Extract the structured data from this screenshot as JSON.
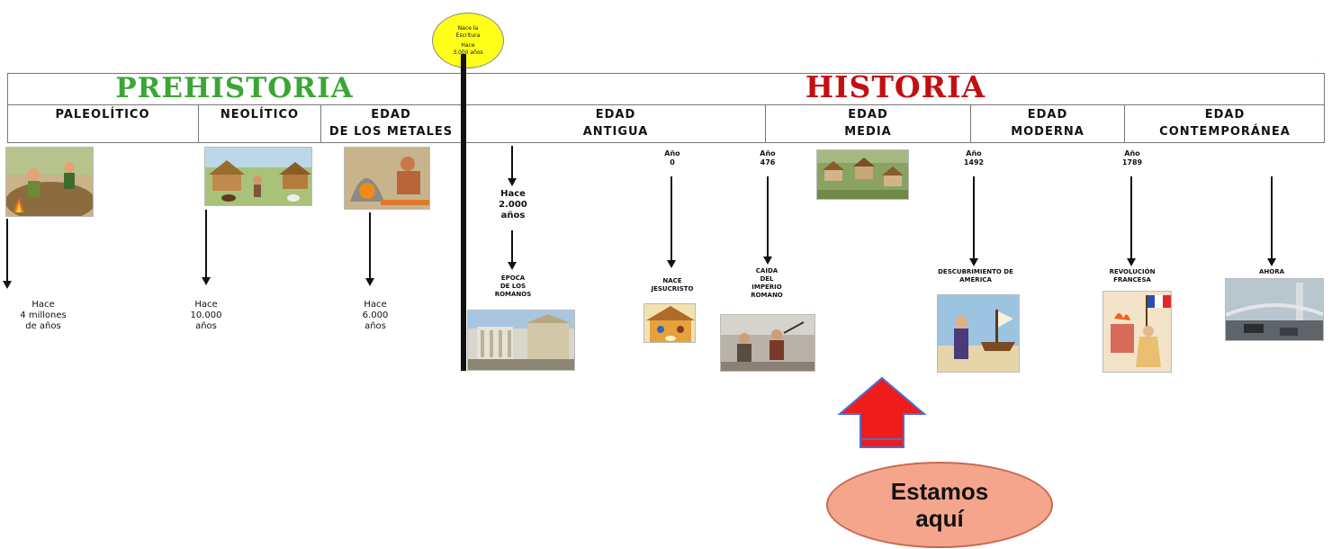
{
  "title": "",
  "writing": {
    "line1": "Nace la",
    "line2": "Escritura",
    "line3": "Hace",
    "line4": "3.000 años"
  },
  "eras": {
    "prehistory": "PREHISTORIA",
    "history": "HISTORIA"
  },
  "periods": {
    "paleolithic": {
      "line1": "PALEOLÍTICO",
      "line2": ""
    },
    "neolithic": {
      "line1": "NEOLÍTICO",
      "line2": ""
    },
    "metals": {
      "line1": "EDAD",
      "line2": "DE LOS METALES"
    },
    "ancient": {
      "line1": "EDAD",
      "line2": "ANTIGUA"
    },
    "middle": {
      "line1": "EDAD",
      "line2": "MEDIA"
    },
    "modern": {
      "line1": "EDAD",
      "line2": "MODERNA"
    },
    "contemporary": {
      "line1": "EDAD",
      "line2": "CONTEMPORÁNEA"
    }
  },
  "events": {
    "paleo_time": {
      "l1": "Hace",
      "l2": "4 millones",
      "l3": "de años"
    },
    "neo_time": {
      "l1": "Hace",
      "l2": "10.000",
      "l3": "años"
    },
    "metal_time": {
      "l1": "Hace",
      "l2": "6.000",
      "l3": "años"
    },
    "romans_time": {
      "l1": "Hace",
      "l2": "2.000",
      "l3": "años"
    },
    "romans": {
      "l1": "ÉPOCA",
      "l2": "DE LOS",
      "l3": "ROMANOS"
    },
    "year0": {
      "l1": "Año",
      "l2": "0"
    },
    "jesus": {
      "l1": "NACE",
      "l2": "JESUCRISTO"
    },
    "year476": {
      "l1": "Año",
      "l2": "476"
    },
    "fall": {
      "l1": "CAÍDA",
      "l2": "DEL",
      "l3": "IMPERIO",
      "l4": "ROMANO"
    },
    "year1492": {
      "l1": "Año",
      "l2": "1492"
    },
    "america": {
      "l1": "DESCUBRIMIENTO DE",
      "l2": "AMÉRICA"
    },
    "year1789": {
      "l1": "Año",
      "l2": "1789"
    },
    "revolution": {
      "l1": "REVOLUCIÓN",
      "l2": "FRANCESA"
    },
    "now": {
      "l1": "AHORA"
    }
  },
  "marker": {
    "line1": "Estamos",
    "line2": "aquí"
  },
  "colors": {
    "prehistory": "#3aa636",
    "history": "#c40f12",
    "writing_circle": "#ffff1a",
    "marker_arrow": "#ef1c1c",
    "marker_bubble": "#f6a58d"
  }
}
